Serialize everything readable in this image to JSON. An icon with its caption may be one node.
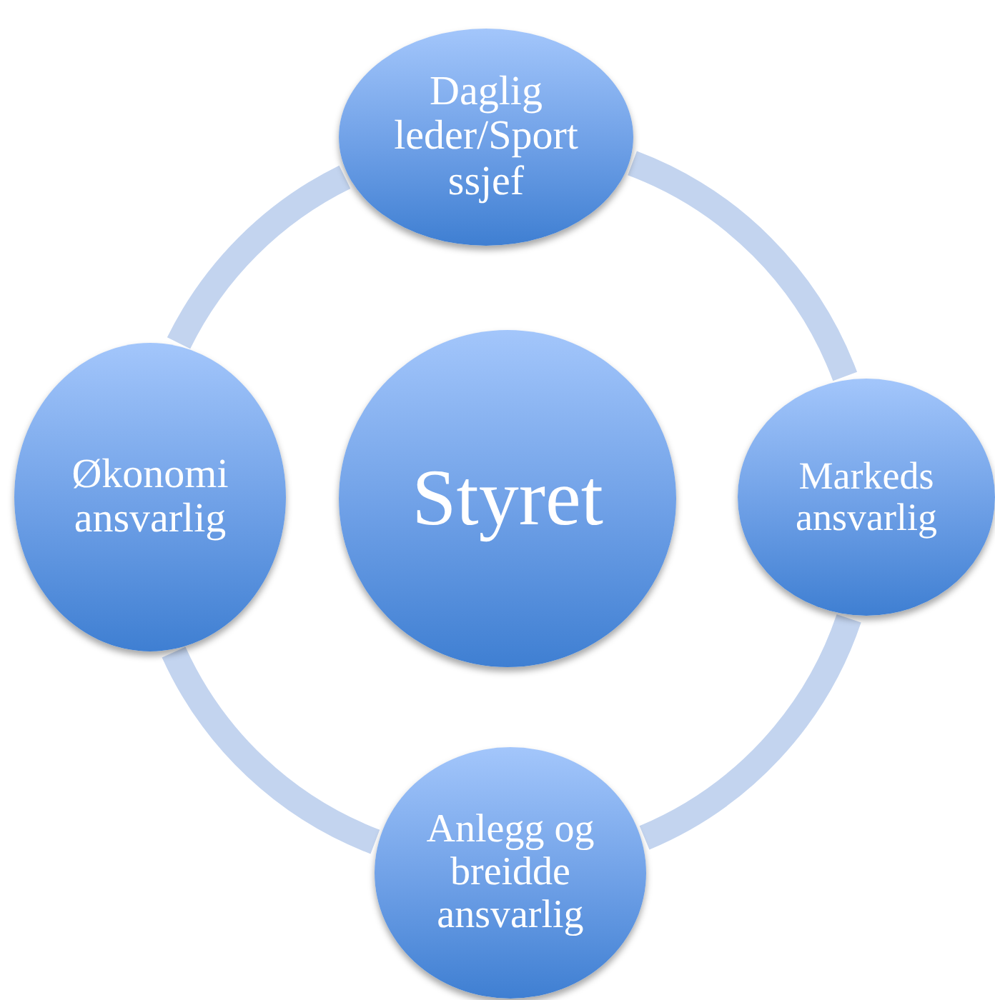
{
  "diagram": {
    "nodes": [
      {
        "text": [
          "Styret"
        ]
      },
      {
        "text": [
          "Daglig leder/Sportssjef"
        ]
      },
      {
        "text": [
          "Markeds ansvarlig"
        ]
      },
      {
        "text": [
          "Anlegg og breidde ansvarlig"
        ]
      },
      {
        "text": [
          "Økonomi ansvarlig"
        ]
      }
    ],
    "edges": [
      {
        "from": 1,
        "to": 2,
        "arrow": "none"
      },
      {
        "from": 2,
        "to": 3,
        "arrow": "none"
      },
      {
        "from": 3,
        "to": 4,
        "arrow": "none"
      },
      {
        "from": 4,
        "to": 1,
        "arrow": "none"
      }
    ]
  }
}
